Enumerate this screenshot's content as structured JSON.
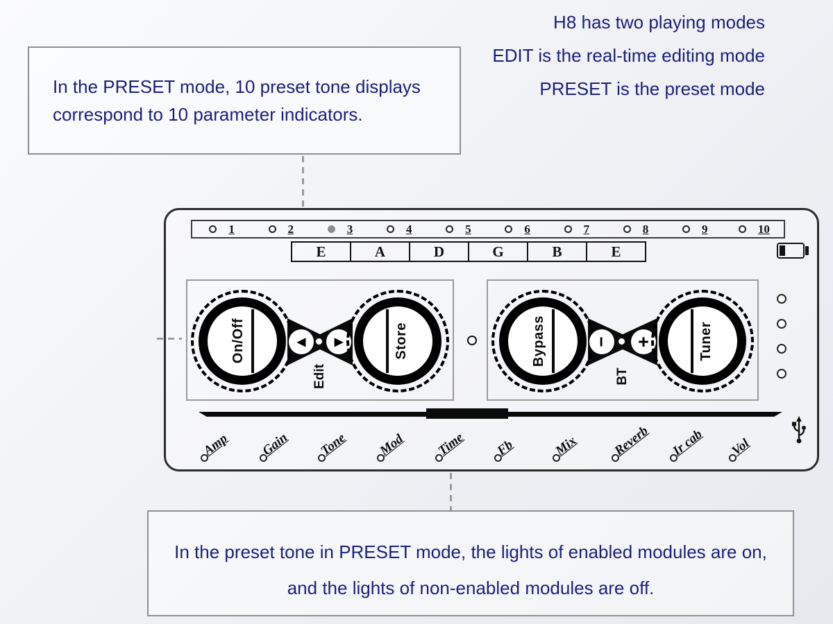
{
  "colors": {
    "note_text": "#1b1f7a",
    "device_line": "#2b2b2b",
    "dash": "#9b9b9b",
    "active_indicator_fill": "#8d8d8d"
  },
  "notes": {
    "top_right_lines": [
      "H8 has two playing modes",
      "EDIT is the real-time editing mode",
      "PRESET is the preset mode"
    ],
    "top_left_box": {
      "line1": "In the PRESET mode, 10 preset tone displays",
      "line2": "correspond to 10 parameter indicators."
    },
    "bottom_box": {
      "line1": "In the preset tone in PRESET mode, the lights of enabled modules are on,",
      "line2": "and the lights of non-enabled modules are off."
    }
  },
  "device": {
    "indicators": [
      "1",
      "2",
      "3",
      "4",
      "5",
      "6",
      "7",
      "8",
      "9",
      "10"
    ],
    "active_indicator": 3,
    "strings": [
      "E",
      "A",
      "D",
      "G",
      "B",
      "E"
    ],
    "left_panel": {
      "knob_left": "On/Off",
      "arrow_left": "◀",
      "center_label": "Edit",
      "arrow_right": "▶",
      "knob_right": "Store"
    },
    "right_panel": {
      "knob_left": "Bypass",
      "minus": "−",
      "center_label": "BT",
      "plus": "+",
      "knob_right": "Tuner"
    },
    "modules": [
      "Amp",
      "Gain",
      "Tone",
      "Mod",
      "Time",
      "Fb",
      "Mix",
      "Reverb",
      "Ir cab",
      "Vol"
    ]
  }
}
